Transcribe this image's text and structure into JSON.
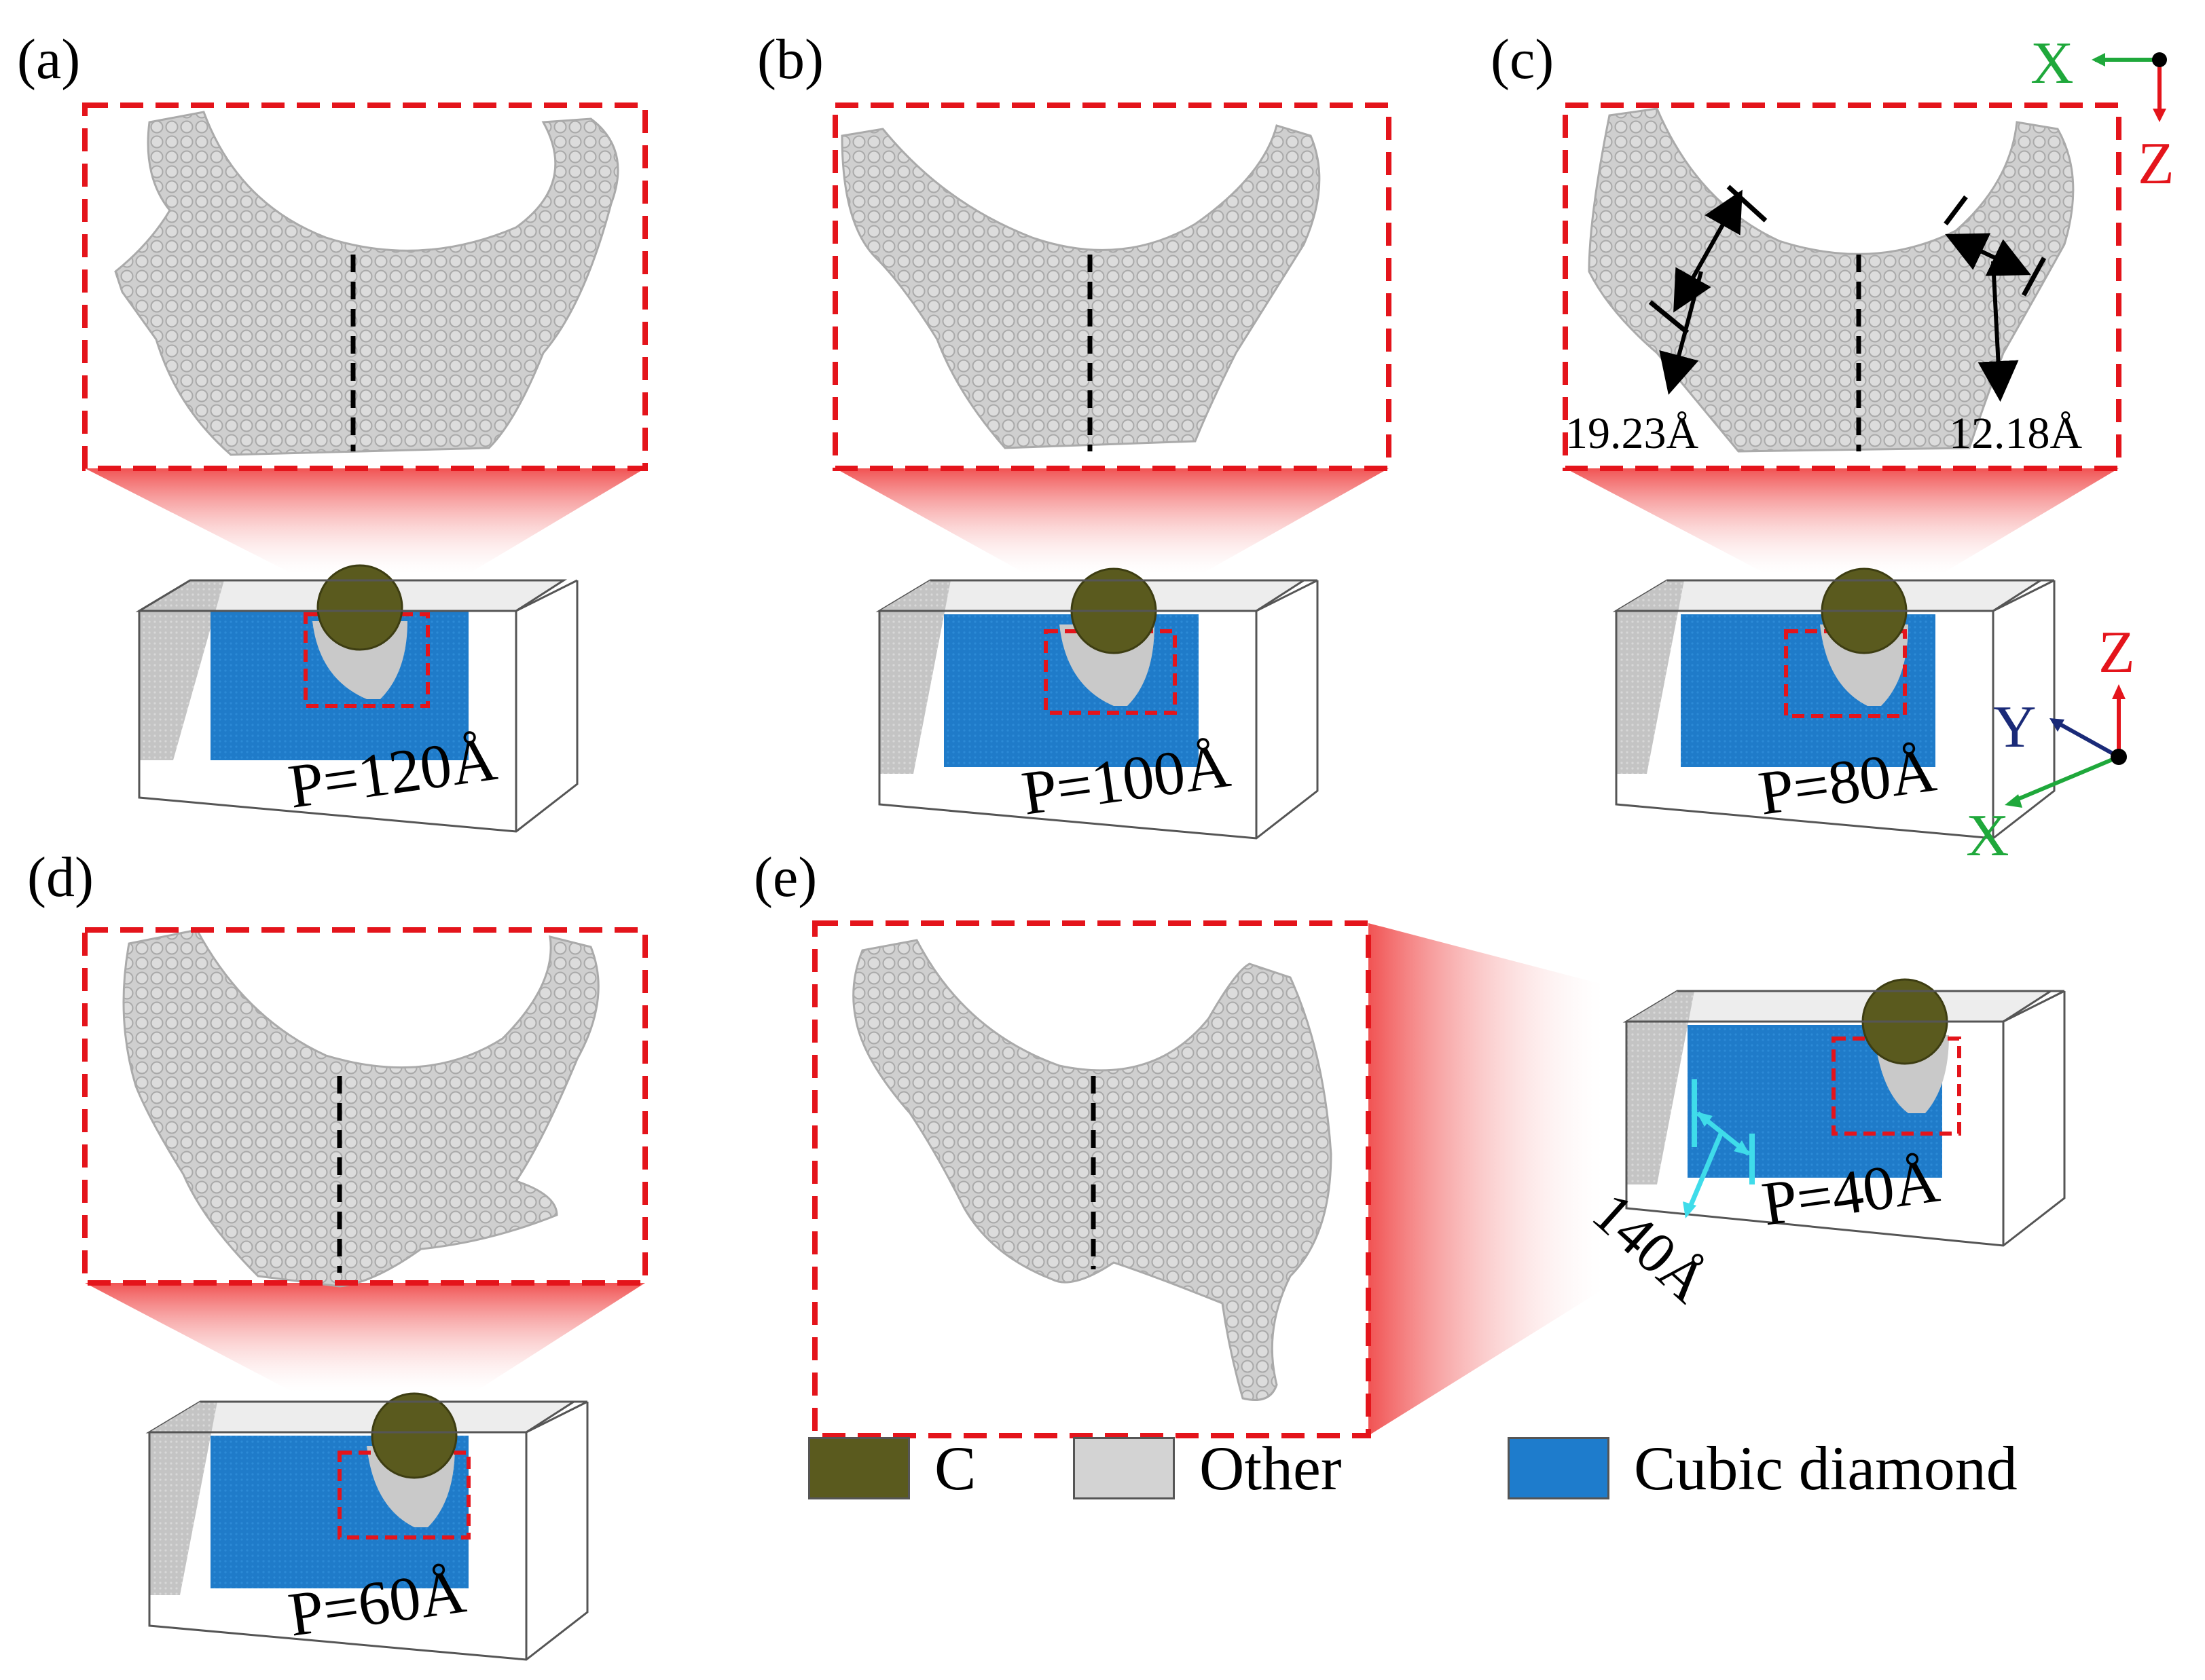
{
  "figure": {
    "panels": [
      {
        "id": "a",
        "label": "(a)",
        "pressure": "P=120Å"
      },
      {
        "id": "b",
        "label": "(b)",
        "pressure": "P=100Å"
      },
      {
        "id": "c",
        "label": "(c)",
        "pressure": "P=80Å"
      },
      {
        "id": "d",
        "label": "(d)",
        "pressure": "P=60Å"
      },
      {
        "id": "e",
        "label": "(e)",
        "pressure": "P=40Å"
      }
    ],
    "measurements": {
      "c_left": "19.23Å",
      "c_right": "12.18Å",
      "e_width": "140Å"
    },
    "axes_top": {
      "x": "X",
      "z": "Z"
    },
    "axes_3d": {
      "x": "X",
      "y": "Y",
      "z": "Z"
    },
    "legend": [
      {
        "label": "C",
        "color": "#5a5a1e"
      },
      {
        "label": "Other",
        "color": "#d3d3d3"
      },
      {
        "label": "Cubic diamond",
        "color": "#1e7ccc"
      }
    ]
  },
  "colors": {
    "dash": "#e4141b",
    "atoms": "#c9c9c9",
    "atom_edge": "#9e9e9e",
    "diamond": "#1e7ccc",
    "indenter": "#5a5a1e",
    "axis_x": "#1fa83b",
    "axis_y": "#1a2a78",
    "axis_z": "#e4141b",
    "cyan": "#3fdcea"
  }
}
